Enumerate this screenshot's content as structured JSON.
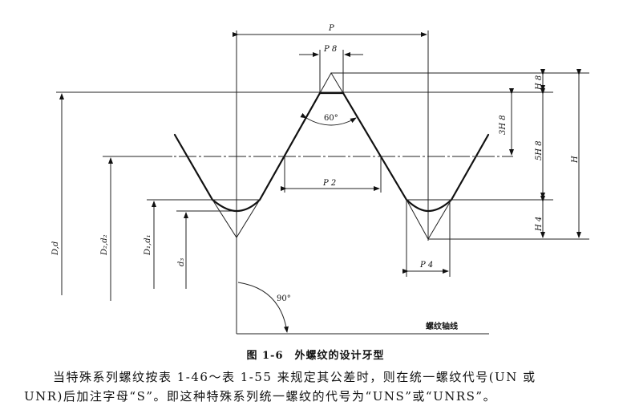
{
  "figure": {
    "labels": {
      "pitch": "P",
      "pitch_8": "P 8",
      "pitch_2": "P 2",
      "pitch_4": "P 4",
      "angle_flank": "60°",
      "angle_axis": "90°",
      "h_8": "H 8",
      "h_3_8": "3H 8",
      "h_5_8": "5H 8",
      "h_4": "H 4",
      "h": "H",
      "major_diameter": "D,d",
      "pitch_diameter": "D₂,d₂",
      "minor_diameter": "D₁,d₁",
      "root_diameter": "d₃",
      "thread_axis": "螺纹轴线"
    },
    "caption": "图 1-6　外螺纹的设计牙型"
  },
  "text": {
    "paragraph_line1": "当特殊系列螺纹按表 1-46～表 1-55 来规定其公差时，则在统一螺纹代号(UN 或",
    "paragraph_line2": "UNR)后加注字母“S”。即这种特殊系列统一螺纹的代号为“UNS”或“UNRS”。"
  }
}
